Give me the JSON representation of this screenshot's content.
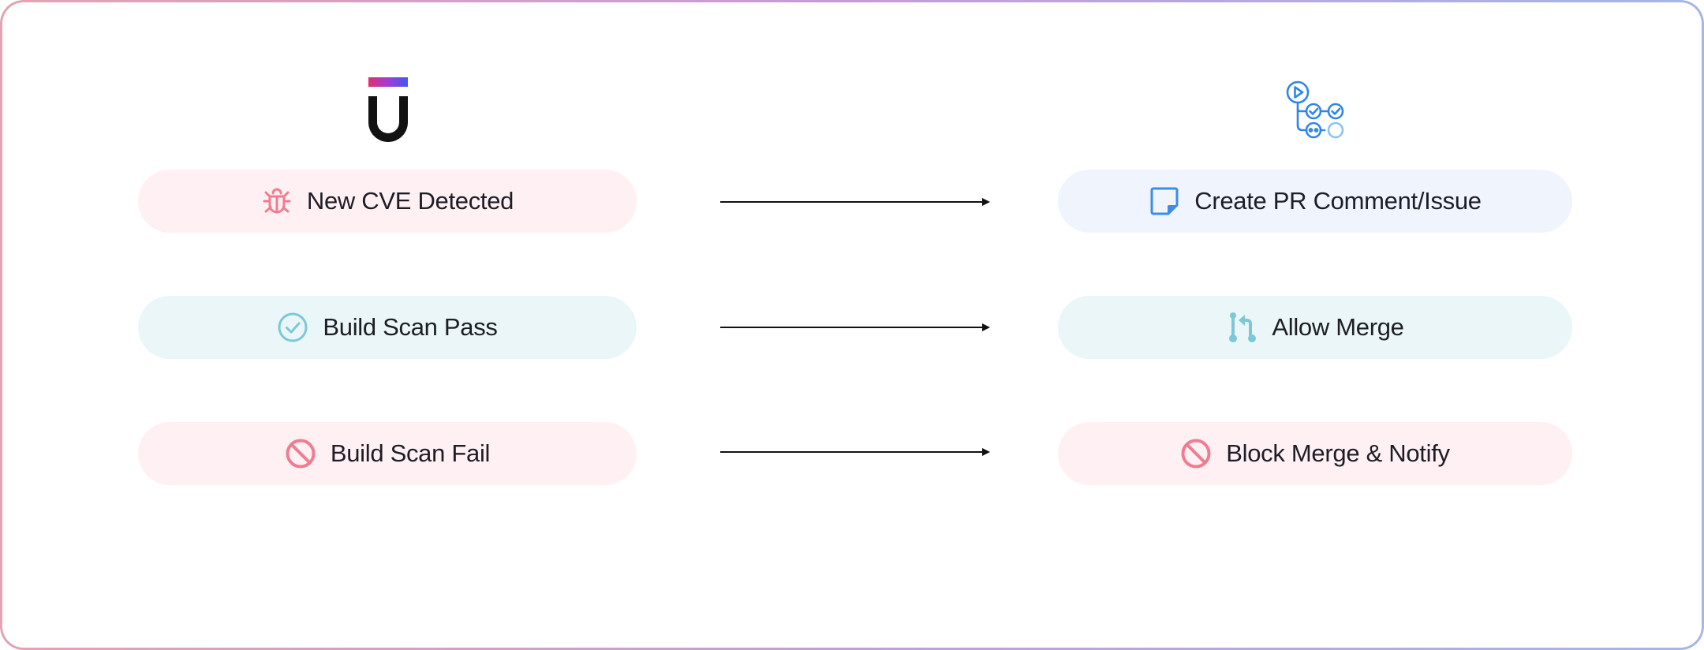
{
  "colors": {
    "pink_fill": "#fff1f3",
    "teal_fill": "#ebf6f8",
    "blue_fill": "#f0f5fd",
    "pink_icon": "#ef7d91",
    "teal_icon": "#7cc8d6",
    "blue_icon": "#3b8de8",
    "text": "#1d1d26",
    "arrow": "#111111"
  },
  "logos": {
    "left": "scanner-u-logo",
    "right": "github-actions-workflow-icon"
  },
  "left_column": [
    {
      "label": "New CVE Detected",
      "icon": "bug-icon"
    },
    {
      "label": "Build Scan Pass",
      "icon": "check-circle-icon"
    },
    {
      "label": "Build Scan Fail",
      "icon": "prohibited-icon"
    }
  ],
  "right_column": [
    {
      "label": "Create PR Comment/Issue",
      "icon": "note-icon"
    },
    {
      "label": "Allow Merge",
      "icon": "merge-icon"
    },
    {
      "label": "Block Merge & Notify",
      "icon": "prohibited-icon"
    }
  ]
}
